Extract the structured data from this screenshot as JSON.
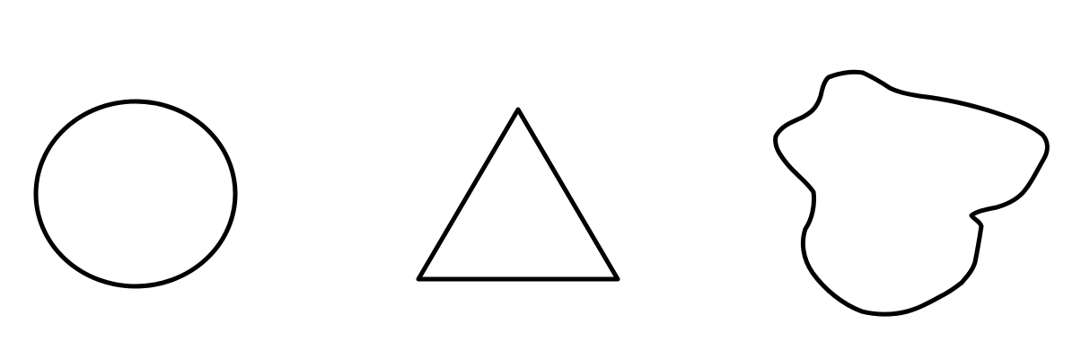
{
  "diagram": {
    "background_color": "#ffffff",
    "stroke_color": "#000000",
    "shapes": [
      {
        "kind": "ellipse",
        "icon": "circle-outline-icon"
      },
      {
        "kind": "triangle",
        "icon": "triangle-outline-icon"
      },
      {
        "kind": "freeform-blob",
        "icon": "blob-outline-icon"
      }
    ]
  }
}
